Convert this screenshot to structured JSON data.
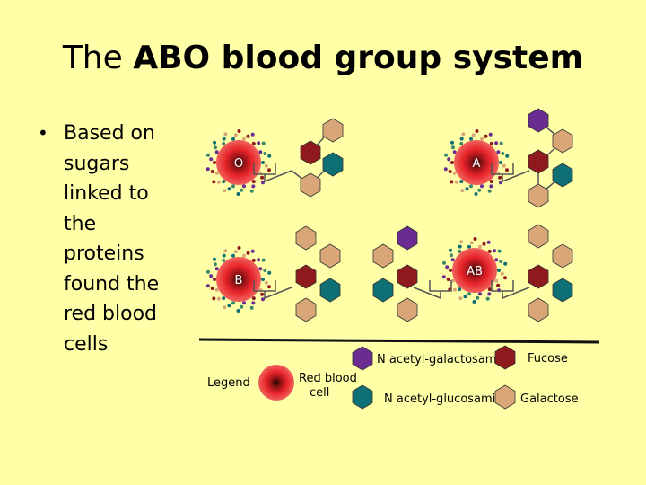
{
  "slide": {
    "title_plain": "The ",
    "title_bold": "ABO blood group system",
    "bullet_text": "Based on sugars linked to the proteins found the red blood cells",
    "bullet_symbol": "•"
  },
  "cells": [
    {
      "label": "O",
      "sugars": [
        "N acetyl-glucosamine",
        "Galactose",
        "Fucose"
      ]
    },
    {
      "label": "A",
      "sugars": [
        "N acetyl-glucosamine",
        "Galactose",
        "Fucose",
        "N acetyl-galactosamine"
      ]
    },
    {
      "label": "B",
      "sugars": [
        "N acetyl-glucosamine",
        "Galactose",
        "Fucose",
        "Galactose"
      ]
    },
    {
      "label": "AB",
      "sugars": [
        "N acetyl-glucosamine",
        "Galactose",
        "Fucose",
        "N acetyl-galactosamine",
        "Galactose"
      ]
    }
  ],
  "legend": {
    "title": "Legend",
    "rbc_label_line1": "Red blood",
    "rbc_label_line2": "cell",
    "galnac": "N acetyl-galactosamine",
    "glcnac": "N acetyl-glucosamine",
    "fucose": "Fucose",
    "galactose": "Galactose"
  },
  "colors": {
    "background": "#FFFFA8",
    "galnac": "#6B2C91",
    "glcnac": "#0E6F75",
    "fucose": "#8E1A1E",
    "galactose": "#D9A777",
    "rbc": "#E8242A"
  },
  "icons": [
    "red-blood-cell-icon",
    "hexagon-sugar-icon"
  ]
}
